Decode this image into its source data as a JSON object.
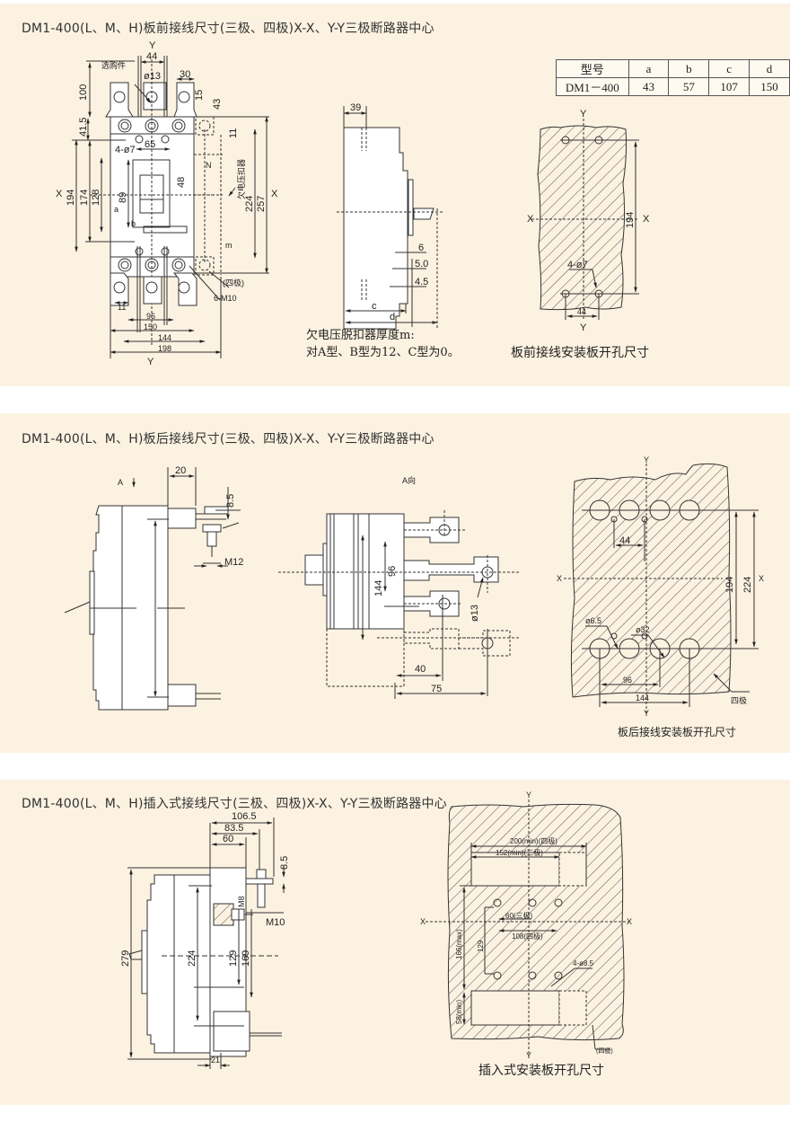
{
  "colors": {
    "background": "#fcf2e1",
    "page": "#ffffff",
    "line": "#333333",
    "hatch": "#555555"
  },
  "section1": {
    "title": "DM1-400(L、M、H)板前接线尺寸(三极、四极)X-X、Y-Y三极断路器中心",
    "front_view": {
      "labels": {
        "optional_part": "选购件",
        "y_top": "Y",
        "y_bottom": "Y",
        "x_left": "X",
        "x_right": "X",
        "n": "N",
        "undervoltage": "欠电压扣器",
        "four_pole": "(四极)",
        "screws": "6-M10",
        "holes": "4-ø7",
        "a": "a",
        "b": "b",
        "m": "m"
      },
      "dims": {
        "d44": "44",
        "d13": "ø13",
        "d30": "30",
        "d15": "15",
        "d43": "43",
        "d100": "100",
        "d41_5": "41.5",
        "d11": "11",
        "d65": "65",
        "d194": "194",
        "d174": "174",
        "d128": "128",
        "d89": "89",
        "d48": "48",
        "d224": "224",
        "d257": "257",
        "d11b": "11",
        "d96": "96",
        "d150": "150",
        "d144": "144",
        "d198": "198"
      }
    },
    "side_view": {
      "dims": {
        "d39": "39",
        "d6": "6",
        "d5_0": "5.0",
        "d4_5": "4.5",
        "c": "c",
        "d": "d"
      },
      "note_line1": "欠电压脱扣器厚度m:",
      "note_line2": "对A型、B型为12、C型为0。"
    },
    "spec_table": {
      "headers": [
        "型号",
        "a",
        "b",
        "c",
        "d"
      ],
      "rows": [
        [
          "DM1－400",
          "43",
          "57",
          "107",
          "150"
        ]
      ]
    },
    "panel_cutout": {
      "labels": {
        "y_top": "Y",
        "y_bottom": "Y",
        "x_left": "X",
        "x_right": "X",
        "holes": "4-ø7"
      },
      "dims": {
        "d194": "194",
        "d44": "44"
      },
      "caption": "板前接线安装板开孔尺寸"
    }
  },
  "section2": {
    "title": "DM1-400(L、M、H)板后接线尺寸(三极、四极)X-X、Y-Y三极断路器中心",
    "side_view": {
      "labels": {
        "a_arrow": "A"
      },
      "dims": {
        "d20": "20",
        "d8_5": "8.5",
        "m12": "M12"
      }
    },
    "a_view": {
      "labels": {
        "title": "A向"
      },
      "dims": {
        "d96": "96",
        "d144": "144",
        "d13": "ø13",
        "d40": "40",
        "d75": "75"
      }
    },
    "panel_cutout": {
      "labels": {
        "y_top": "Y",
        "y_bottom": "Y",
        "x_left": "X",
        "x_right": "X",
        "four_pole": "四极",
        "d6_5": "ø6.5",
        "d32": "ø32"
      },
      "dims": {
        "d44": "44",
        "d194": "194",
        "d224": "224",
        "d96": "96",
        "d144": "144"
      },
      "caption": "板后接线安装板开孔尺寸"
    }
  },
  "section3": {
    "title": "DM1-400(L、M、H)插入式接线尺寸(三极、四极)X-X、Y-Y三极断路器中心",
    "side_view": {
      "dims": {
        "d106_5": "106.5",
        "d83_5": "83.5",
        "d60": "60",
        "d8_5": "8.5",
        "m8": "M8",
        "m10": "M10",
        "d279": "279",
        "d224": "224",
        "d129": "129",
        "d169": "169",
        "d21": "21"
      }
    },
    "panel_cutout": {
      "labels": {
        "y_top": "Y",
        "y_bottom": "Y",
        "x_left": "X",
        "x_right": "X",
        "four_pole": "(四极)",
        "holes": "4-ø8.5"
      },
      "dims": {
        "d200": "200(min)(四极)",
        "d152": "152(min)(三极)",
        "d60": "60(三极)",
        "d108": "108(四极)",
        "d129": "129",
        "d166": "166(max)",
        "d58": "58(min)"
      },
      "caption": "插入式安装板开孔尺寸"
    }
  }
}
